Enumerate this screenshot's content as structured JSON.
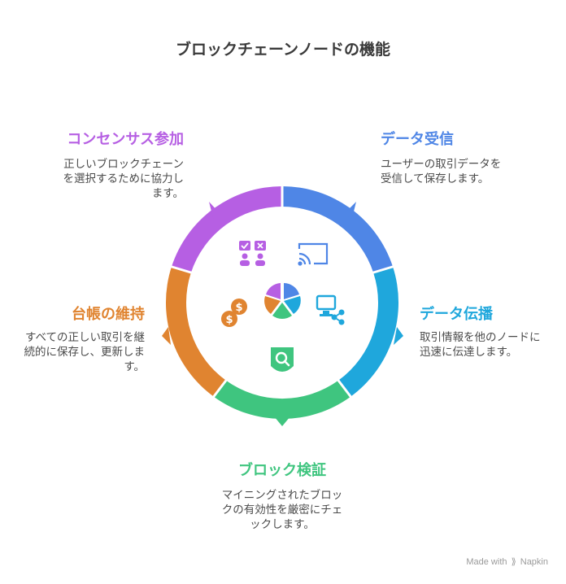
{
  "title": "ブロックチェーンノードの機能",
  "segments": {
    "receive": {
      "title": "データ受信",
      "desc": "ユーザーの取引データを受信して保存します。",
      "color": "#4f86e6",
      "icon": "cast-icon"
    },
    "propagate": {
      "title": "データ伝播",
      "desc": "取引情報を他のノードに迅速に伝達します。",
      "color": "#1fa7dc",
      "icon": "network-share-icon"
    },
    "verify": {
      "title": "ブロック検証",
      "desc": "マイニングされたブロックの有効性を厳密にチェックします。",
      "color": "#3fc57f",
      "icon": "shield-search-icon"
    },
    "ledger": {
      "title": "台帳の維持",
      "desc": "すべての正しい取引を継続的に保存し、更新します。",
      "color": "#e08430",
      "icon": "coins-icon"
    },
    "consensus": {
      "title": "コンセンサス参加",
      "desc": "正しいブロックチェーンを選択するために協力します。",
      "color": "#b65fe3",
      "icon": "vote-icon"
    }
  },
  "credit": {
    "made_with": "Made with",
    "brand": "Napkin"
  }
}
